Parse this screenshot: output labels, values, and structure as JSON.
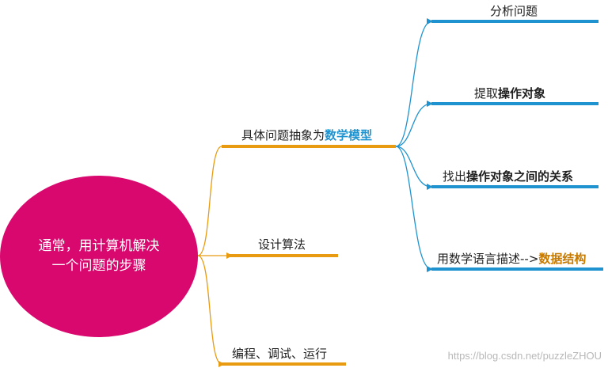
{
  "colors": {
    "root_fill": "#d9086f",
    "level1_branch": "#e89a10",
    "level2_branch": "#1f93cf",
    "highlight_blue": "#1f93cf",
    "highlight_orange": "#c77a00"
  },
  "root": {
    "line1": "通常，用计算机解决",
    "line2": "一个问题的步骤"
  },
  "level1": [
    {
      "prefix": "具体问题抽象为",
      "highlight": "数学模型"
    },
    {
      "text": "设计算法"
    },
    {
      "text": "编程、调试、运行"
    }
  ],
  "level2": [
    {
      "text": "分析问题"
    },
    {
      "prefix": "提取",
      "highlight": "操作对象"
    },
    {
      "prefix": "找出",
      "highlight": "操作对象之间的关系"
    },
    {
      "prefix": "用数学语言描述-->",
      "highlight": "数据结构"
    }
  ],
  "watermark": "https://blog.csdn.net/puzzleZHOU"
}
